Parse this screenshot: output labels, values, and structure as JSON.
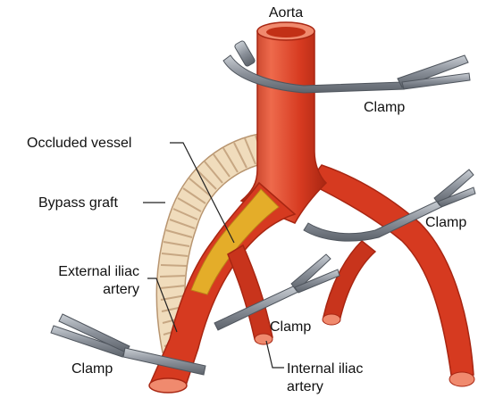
{
  "labels": {
    "aorta": "Aorta",
    "clamp_top": "Clamp",
    "occluded_vessel": "Occluded vessel",
    "bypass_graft": "Bypass graft",
    "clamp_right": "Clamp",
    "external_iliac_line1": "External iliac",
    "external_iliac_line2": "artery",
    "clamp_middle": "Clamp",
    "clamp_bottom_left": "Clamp",
    "internal_iliac_line1": "Internal iliac",
    "internal_iliac_line2": "artery"
  },
  "colors": {
    "artery": "#d63a20",
    "artery_dark": "#a82612",
    "artery_highlight": "#ee6a4c",
    "graft": "#f0dcbc",
    "graft_ridge": "#c7a783",
    "occlusion": "#e6b72a",
    "clamp_metal": "#8a9099",
    "clamp_edge": "#4f555d"
  }
}
